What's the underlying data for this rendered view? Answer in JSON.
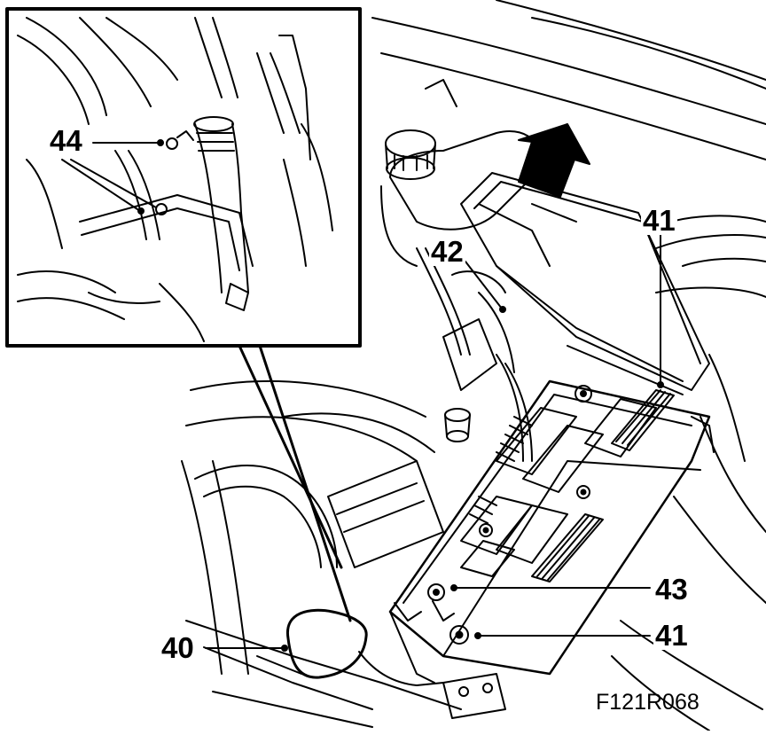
{
  "diagram": {
    "callouts": [
      {
        "id": "c44",
        "label": "44"
      },
      {
        "id": "c42",
        "label": "42"
      },
      {
        "id": "c41a",
        "label": "41"
      },
      {
        "id": "c43",
        "label": "43"
      },
      {
        "id": "c41b",
        "label": "41"
      },
      {
        "id": "c40",
        "label": "40"
      }
    ],
    "figure_code": "F121R068",
    "colors": {
      "ink": "#000000",
      "paper": "#ffffff"
    }
  }
}
